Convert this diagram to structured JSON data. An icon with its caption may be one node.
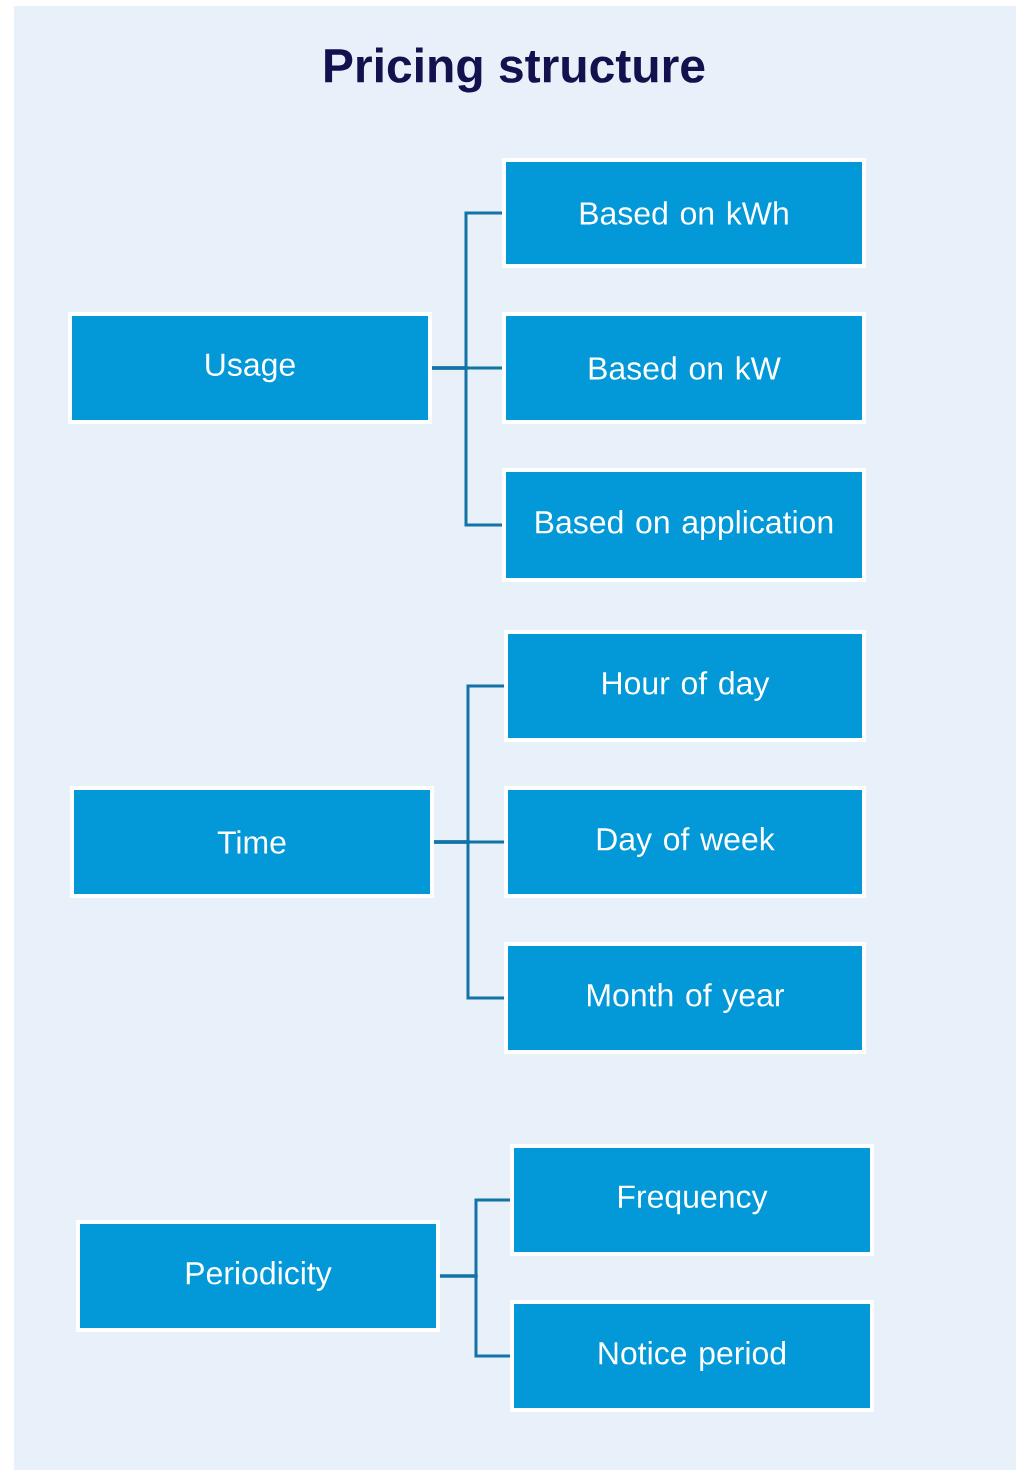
{
  "diagram": {
    "title": "Pricing structure",
    "nodes": [
      {
        "text": [
          "Usage"
        ]
      },
      {
        "text": [
          "Based on kWh"
        ]
      },
      {
        "text": [
          "Based on kW"
        ]
      },
      {
        "text": [
          "Based on application"
        ]
      },
      {
        "text": [
          "Time"
        ]
      },
      {
        "text": [
          "Hour of day"
        ]
      },
      {
        "text": [
          "Day of week"
        ]
      },
      {
        "text": [
          "Month of year"
        ]
      },
      {
        "text": [
          "Periodicity"
        ]
      },
      {
        "text": [
          "Frequency"
        ]
      },
      {
        "text": [
          "Notice period"
        ]
      }
    ],
    "edges": [
      {
        "from": 0,
        "to": 1,
        "arrow": "none"
      },
      {
        "from": 0,
        "to": 2,
        "arrow": "none"
      },
      {
        "from": 0,
        "to": 3,
        "arrow": "none"
      },
      {
        "from": 4,
        "to": 5,
        "arrow": "none"
      },
      {
        "from": 4,
        "to": 6,
        "arrow": "none"
      },
      {
        "from": 4,
        "to": 7,
        "arrow": "none"
      },
      {
        "from": 8,
        "to": 9,
        "arrow": "none"
      },
      {
        "from": 8,
        "to": 10,
        "arrow": "none"
      }
    ]
  }
}
